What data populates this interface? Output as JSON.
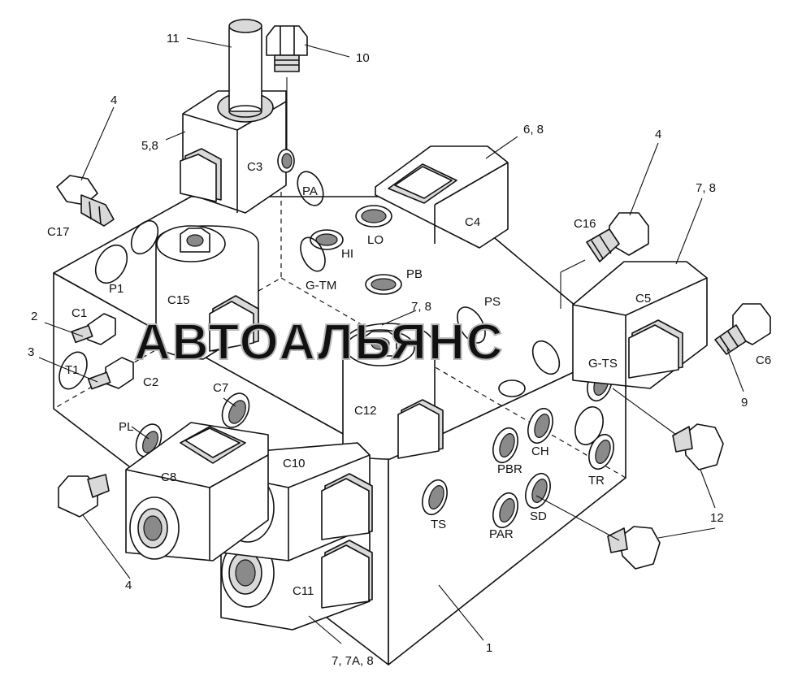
{
  "watermark": "АВТОАЛЬЯНС",
  "port_labels": {
    "PA": "PA",
    "HI": "HI",
    "LO": "LO",
    "GTM": "G-TM",
    "PB": "PB",
    "PS": "PS",
    "P1": "P1",
    "T1": "T1",
    "PL": "PL",
    "GTS": "G-TS",
    "CH": "CH",
    "PBR": "PBR",
    "TR": "TR",
    "TS": "TS",
    "SD": "SD",
    "PAR": "PAR"
  },
  "component_labels": {
    "C1": "C1",
    "C2": "C2",
    "C3": "C3",
    "C4": "C4",
    "C5": "C5",
    "C6": "C6",
    "C7": "C7",
    "C8": "C8",
    "C10": "C10",
    "C11": "C11",
    "C12": "C12",
    "C15": "C15",
    "C16": "C16",
    "C17": "C17"
  },
  "callouts": {
    "n11": "11",
    "n10": "10",
    "n4_left_top": "4",
    "n58": "5,8",
    "n68": "6, 8",
    "n4_right": "4",
    "n78_right": "7, 8",
    "n2": "2",
    "n3": "3",
    "n78_center": "7, 8",
    "n9": "9",
    "n12": "12",
    "n4_bottom": "4",
    "n77a8": "7, 7A,  8",
    "n1": "1"
  }
}
